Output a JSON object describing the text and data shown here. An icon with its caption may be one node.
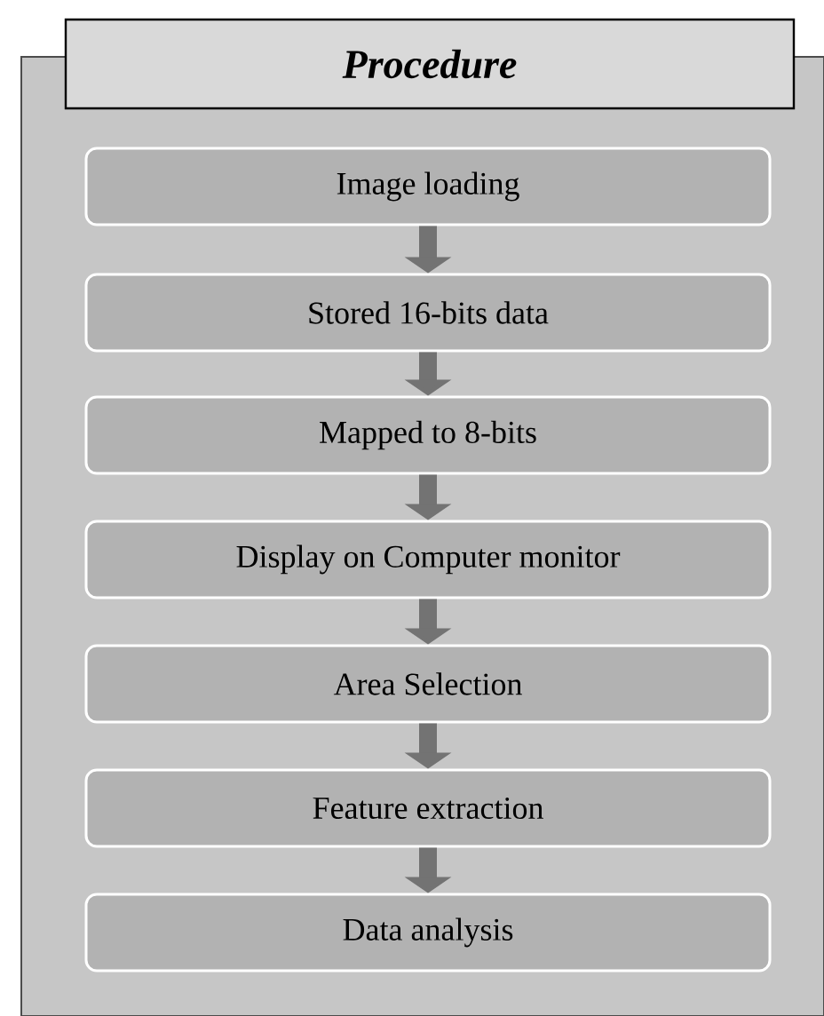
{
  "diagram": {
    "title": "Procedure",
    "nodes": [
      {
        "text": [
          "Image loading"
        ]
      },
      {
        "text": [
          "Stored 16-bits data"
        ]
      },
      {
        "text": [
          "Mapped to 8-bits"
        ]
      },
      {
        "text": [
          "Display on Computer monitor"
        ]
      },
      {
        "text": [
          "Area Selection"
        ]
      },
      {
        "text": [
          "Feature extraction"
        ]
      },
      {
        "text": [
          "Data analysis"
        ]
      }
    ],
    "edges": [
      {
        "from": 0,
        "to": 1,
        "arrow": "to"
      },
      {
        "from": 1,
        "to": 2,
        "arrow": "to"
      },
      {
        "from": 2,
        "to": 3,
        "arrow": "to"
      },
      {
        "from": 3,
        "to": 4,
        "arrow": "to"
      },
      {
        "from": 4,
        "to": 5,
        "arrow": "to"
      },
      {
        "from": 5,
        "to": 6,
        "arrow": "to"
      }
    ]
  }
}
